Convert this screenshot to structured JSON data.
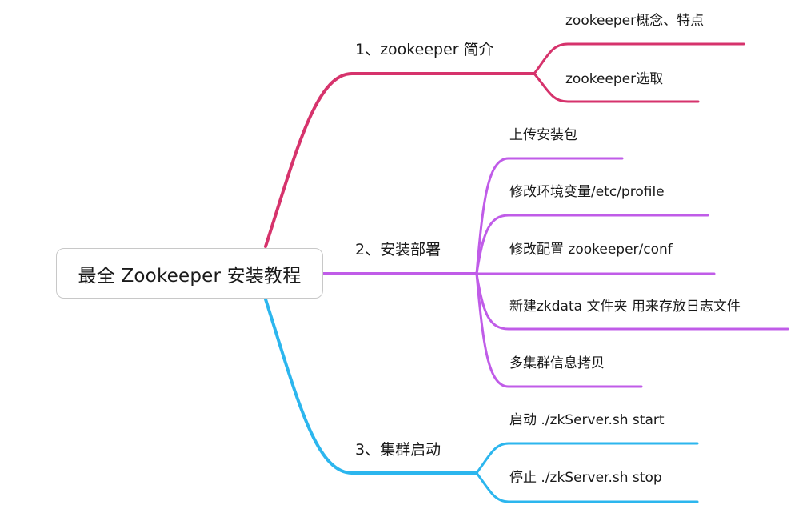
{
  "root": {
    "label": "最全 Zookeeper 安装教程"
  },
  "colors": {
    "branch1": "#d6336c",
    "branch2": "#c05ce8",
    "branch3": "#2cb6ee",
    "root_border": "#c8c8c8"
  },
  "branches": [
    {
      "label": "1、zookeeper 简介",
      "children": [
        {
          "label": "zookeeper概念、特点"
        },
        {
          "label": "zookeeper选取"
        }
      ]
    },
    {
      "label": "2、安装部署",
      "children": [
        {
          "label": "上传安装包"
        },
        {
          "label": "修改环境变量/etc/profile"
        },
        {
          "label": "修改配置 zookeeper/conf"
        },
        {
          "label": "新建zkdata 文件夹 用来存放日志文件"
        },
        {
          "label": "多集群信息拷贝"
        }
      ]
    },
    {
      "label": "3、集群启动",
      "children": [
        {
          "label": "启动 ./zkServer.sh  start"
        },
        {
          "label": "停止 ./zkServer.sh  stop"
        }
      ]
    }
  ]
}
